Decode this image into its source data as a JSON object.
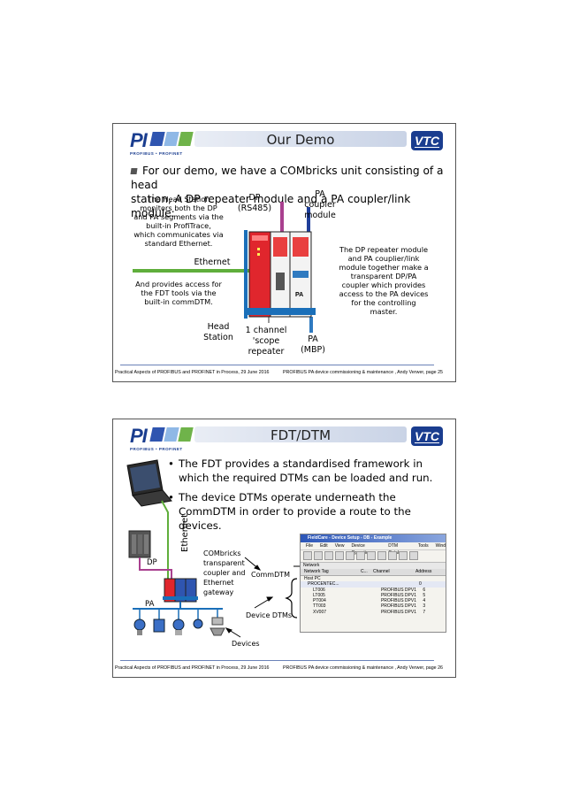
{
  "brand": {
    "logo_text": "PI",
    "logo_sub": "PROFIBUS • PROFINET",
    "vtc": "VTC",
    "colors": {
      "pi_blue": "#1a3d8f",
      "green": "#5fae3b",
      "red": "#d9232a",
      "pa_blue": "#2f7ac0",
      "dp_purple": "#a9408f"
    }
  },
  "slide1": {
    "title": "Our Demo",
    "bullet_line1": "For our demo, we have a COMbricks unit consisting of a head",
    "bullet_line2": "station, A DP repeater module and a PA coupler/link module:",
    "head_station_note": [
      "The Head Station",
      "monitors both the DP",
      "and PA segments via the",
      "built-in ProfiTrace,",
      "which communicates via",
      "standard Ethernet."
    ],
    "access_note": [
      "And provides access for",
      "the FDT tools via the",
      "built-in commDTM."
    ],
    "dp_label": [
      "DP",
      "(RS485)"
    ],
    "pa_coupler_label": [
      "PA",
      "coupler",
      "module"
    ],
    "ethernet_label": "Ethernet",
    "head_label": [
      "Head",
      "Station"
    ],
    "repeater_label": [
      "1 channel",
      "'scope",
      "repeater"
    ],
    "pa_mbp_label": [
      "PA",
      "(MBP)"
    ],
    "right_note": [
      "The DP repeater module",
      "and PA couplier/link",
      "module together make a",
      "transparent DP/PA",
      "coupler which provides",
      "access to the PA devices",
      "for the controlling",
      "master."
    ],
    "module_pa_tag": "PA",
    "footer_left": "Practical Aspects of PROFIBUS and PROFINET in Process, 29 June 2016",
    "footer_right": "PROFIBUS PA device commissioning & maintenance , Andy Verwer,  page  25"
  },
  "slide2": {
    "title": "FDT/DTM",
    "bullets": [
      [
        "The FDT provides a standardised framework in",
        "which the required DTMs can be loaded and run."
      ],
      [
        "The device DTMs operate underneath the",
        "CommDTM in order to provide a route to the",
        "devices."
      ]
    ],
    "ethernet_label": "Ethernet",
    "dp_label": "DP",
    "pa_label": "PA",
    "combricks_note": [
      "COMbricks",
      "transparent",
      "coupler and",
      "Ethernet",
      "gateway"
    ],
    "commdtm_label": "CommDTM",
    "device_dtms_label": "Device DTMs",
    "devices_label": "Devices",
    "fieldcare": {
      "title": "FieldCare - Device Setup - DB - Example",
      "menu": [
        "File",
        "Edit",
        "View",
        "Device Operation",
        "DTM Catalog",
        "Tools",
        "Wind"
      ],
      "network_label": "Network",
      "columns": [
        "Network Tag",
        "C...",
        "Channel",
        "Address"
      ],
      "rows": [
        {
          "tag": "Host PC",
          "c": "",
          "channel": "",
          "address": ""
        },
        {
          "tag": "PROCENTEC...",
          "c": "",
          "channel": "",
          "address": "0"
        },
        {
          "tag": "LT006",
          "c": "",
          "channel": "PROFIBUS DPV1",
          "address": "6"
        },
        {
          "tag": "LT005",
          "c": "",
          "channel": "PROFIBUS DPV1",
          "address": "5"
        },
        {
          "tag": "PT004",
          "c": "",
          "channel": "PROFIBUS DPV1",
          "address": "4"
        },
        {
          "tag": "TT003",
          "c": "",
          "channel": "PROFIBUS DPV1",
          "address": "3"
        },
        {
          "tag": "XV007",
          "c": "",
          "channel": "PROFIBUS DPV1",
          "address": "7"
        }
      ]
    },
    "footer_left": "Practical Aspects of PROFIBUS and PROFINET in Process, 29 June 2016",
    "footer_right": "PROFIBUS PA device commissioning & maintenance , Andy Verwer,  page  26"
  }
}
